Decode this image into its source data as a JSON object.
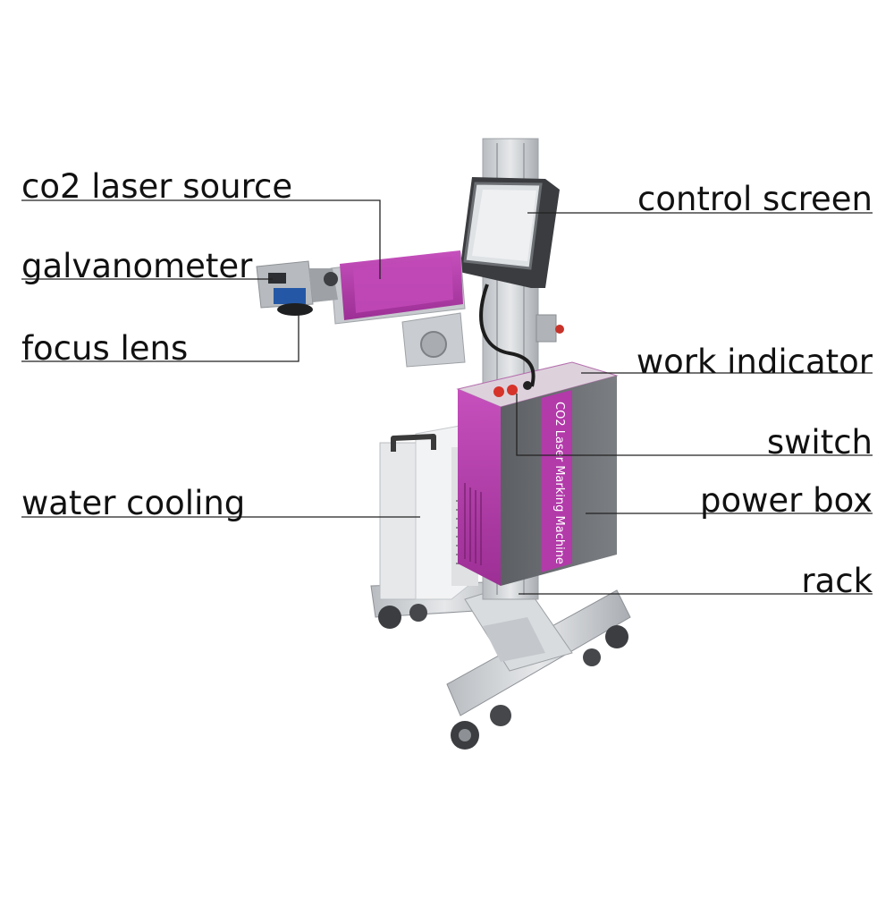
{
  "labels": {
    "co2_laser_source": "co2 laser source",
    "galvanometer": "galvanometer",
    "focus_lens": "focus lens",
    "water_cooling": "water cooling",
    "control_screen": "control screen",
    "work_indicator": "work indicator",
    "switch": "switch",
    "power_box": "power box",
    "rack": "rack"
  },
  "product_text": {
    "power_box_side": "CO2 Laser Marking Machine"
  },
  "colors": {
    "brand_magenta": "#b03aa8",
    "frame_aluminum": "#c9ccd0",
    "panel_grey": "#6b6e72",
    "chiller_white": "#eef0f1",
    "leader_line": "#222222"
  }
}
